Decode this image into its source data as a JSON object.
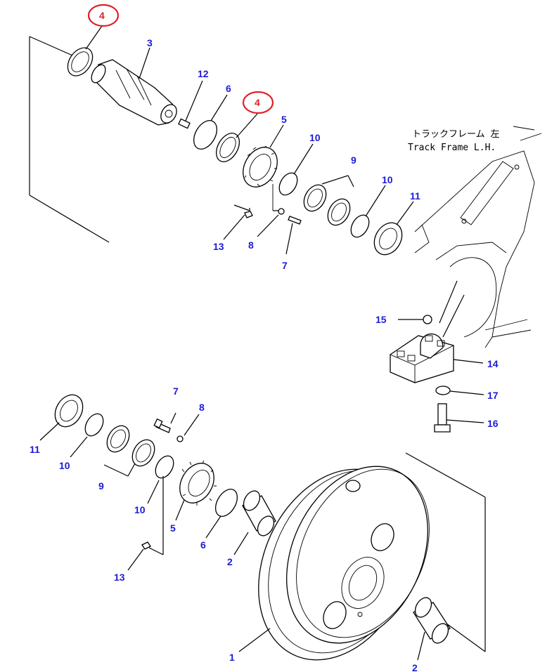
{
  "track_frame_caption": {
    "japanese": "トラックフレーム 左",
    "english": "Track Frame L.H."
  },
  "highlight_color": "#e0202a",
  "label_color": "#1c1cd6",
  "callouts": {
    "c4_top": "4",
    "c3": "3",
    "c12": "12",
    "c6_top": "6",
    "c4_mid": "4",
    "c5_top": "5",
    "c10_a": "10",
    "c9_top": "9",
    "c10_b": "10",
    "c11_top": "11",
    "c13_top": "13",
    "c8_top": "8",
    "c7_top": "7",
    "c15": "15",
    "c14": "14",
    "c17": "17",
    "c16": "16",
    "c7_bot": "7",
    "c8_bot": "8",
    "c11_bot": "11",
    "c10_c": "10",
    "c9_bot": "9",
    "c10_d": "10",
    "c5_bot": "5",
    "c6_bot": "6",
    "c2_left": "2",
    "c13_bot": "13",
    "c1": "1",
    "c2_bot": "2"
  }
}
